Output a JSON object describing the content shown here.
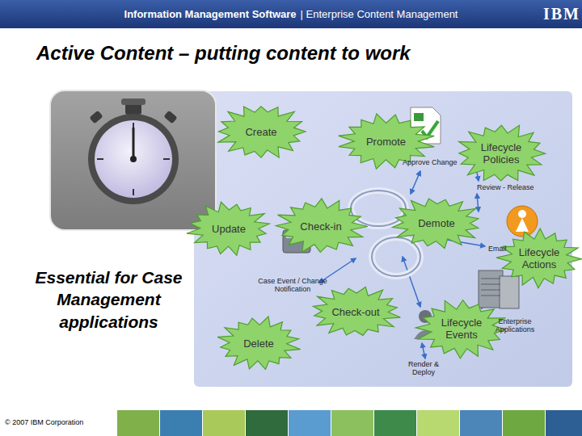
{
  "diagram": {
    "title": "Active Content – putting content to work",
    "nodes": [
      {
        "text": [
          "Create"
        ]
      },
      {
        "text": [
          "Promote"
        ]
      },
      {
        "text": [
          "Lifecycle Policies"
        ]
      },
      {
        "text": [
          "Update"
        ]
      },
      {
        "text": [
          "Check-in"
        ]
      },
      {
        "text": [
          "Demote"
        ]
      },
      {
        "text": [
          "Lifecycle Actions"
        ]
      },
      {
        "text": [
          "Check-out"
        ]
      },
      {
        "text": [
          "Lifecycle Events"
        ]
      },
      {
        "text": [
          "Delete"
        ]
      }
    ],
    "labels": [
      "Information Management Software",
      "| Enterprise Content Management",
      "IBM",
      "Approve Change",
      "Review - Release",
      "Email",
      "Case Event / Change Notification",
      "Enterprise Applications",
      "Render & Deploy",
      "Essential for Case Management applications",
      "© 2007 IBM Corporation"
    ]
  }
}
